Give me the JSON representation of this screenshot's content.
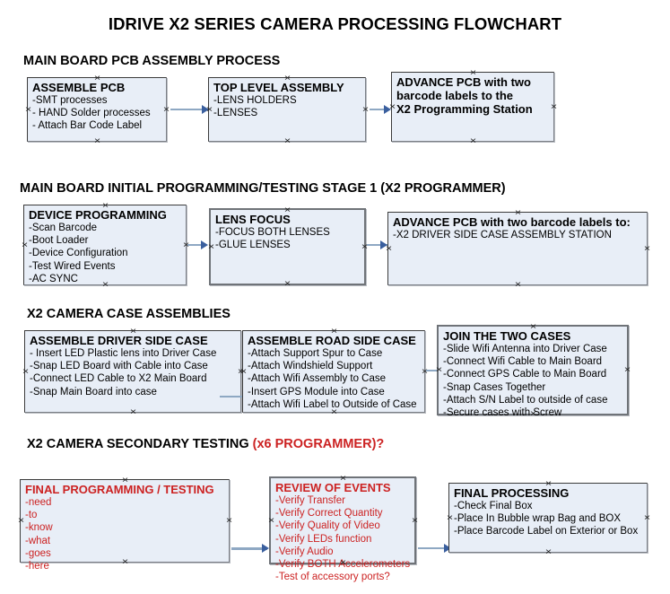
{
  "document": {
    "title": "IDRIVE X2  SERIES CAMERA PROCESSING FLOWCHART"
  },
  "colors": {
    "node_fill": "#e8eef7",
    "node_border": "#3b3b3b",
    "connector": "#8ea8c3",
    "arrow": "#3a5f9e",
    "accent_red": "#cc2222",
    "text": "#000000"
  },
  "sections": [
    {
      "heading": "MAIN BOARD PCB ASSEMBLY PROCESS",
      "heading_accent": "",
      "nodes": [
        {
          "title": "ASSEMBLE PCB",
          "lines": [
            "-SMT processes",
            "- HAND Solder processes",
            "- Attach Bar Code Label"
          ]
        },
        {
          "title": "TOP LEVEL ASSEMBLY",
          "lines": [
            "-LENS HOLDERS",
            "-LENSES"
          ]
        },
        {
          "title": "ADVANCE PCB with two",
          "lines": [
            "barcode labels to the",
            " X2 Programming Station"
          ]
        }
      ]
    },
    {
      "heading": "MAIN BOARD INITIAL PROGRAMMING/TESTING STAGE 1 (X2 PROGRAMMER)",
      "heading_accent": "",
      "nodes": [
        {
          "title": "DEVICE PROGRAMMING",
          "lines": [
            "-Scan Barcode",
            "-Boot Loader",
            "-Device Configuration",
            "-Test Wired Events",
            "-AC SYNC"
          ]
        },
        {
          "title": "LENS FOCUS",
          "lines": [
            "-FOCUS BOTH LENSES",
            "-GLUE LENSES"
          ]
        },
        {
          "title": "ADVANCE PCB with two barcode labels to:",
          "lines": [
            "-X2 DRIVER  SIDE  CASE  ASSEMBLY STATION"
          ]
        }
      ]
    },
    {
      "heading": "X2 CAMERA CASE ASSEMBLIES",
      "heading_accent": "",
      "nodes": [
        {
          "title": "ASSEMBLE DRIVER SIDE CASE",
          "lines": [
            "- Insert LED Plastic lens into Driver Case",
            "-Snap LED Board with Cable into Case",
            "-Connect LED Cable to X2 Main Board",
            "-Snap Main Board into case"
          ]
        },
        {
          "title": "ASSEMBLE ROAD SIDE CASE",
          "lines": [
            "-Attach Support Spur to Case",
            "-Attach Windshield Support",
            "-Attach Wifi Assembly to Case",
            "-Insert GPS Module into Case",
            "-Attach Wifi Label to Outside of Case"
          ]
        },
        {
          "title": "JOIN THE TWO CASES",
          "lines": [
            "-Slide Wifi Antenna into Driver Case",
            "-Connect Wifi Cable to Main Board",
            "-Connect GPS Cable to Main Board",
            "-Snap Cases Together",
            "-Attach S/N Label to outside of case",
            "-Secure cases with Screw"
          ]
        }
      ]
    },
    {
      "heading": "X2 CAMERA SECONDARY TESTING ",
      "heading_accent": "(x6 PROGRAMMER)?",
      "nodes": [
        {
          "title": "FINAL PROGRAMMING / TESTING",
          "lines": [
            "-need",
            "-to",
            "-know",
            "-what",
            "-goes",
            "-here"
          ]
        },
        {
          "title": "REVIEW OF EVENTS",
          "lines": [
            "-Verify Transfer",
            "-Verify Correct Quantity",
            "-Verify Quality of Video",
            "-Verify LEDs function",
            "-Verify Audio",
            "-Verify BOTH Accelerometers",
            "-Test of accessory ports?"
          ]
        },
        {
          "title": "FINAL PROCESSING",
          "lines": [
            " -Check Final Box",
            "-Place In Bubble wrap Bag and BOX",
            "-Place Barcode Label on Exterior or Box"
          ]
        }
      ]
    }
  ]
}
